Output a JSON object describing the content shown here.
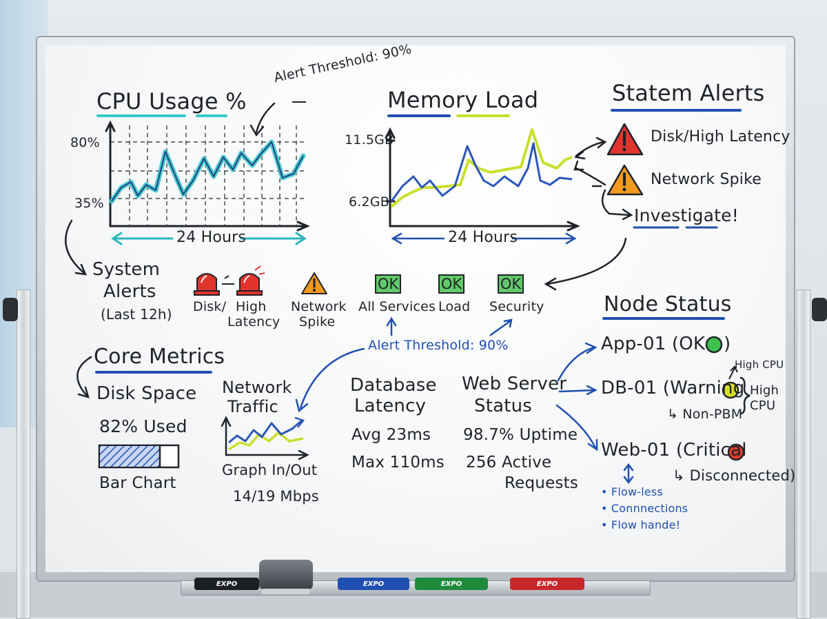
{
  "cpu_chart": {
    "title": "CPU Usage %",
    "annotation": "Alert Threshold: 90%",
    "y_ticks": [
      "80%",
      "35%"
    ],
    "x_label": "24 Hours"
  },
  "memory_chart": {
    "title": "Memory Load",
    "y_ticks": [
      "11.5GB",
      "6.2GB"
    ],
    "x_label": "24 Hours"
  },
  "statem_alerts": {
    "title": "Statem Alerts",
    "items": [
      "Disk/High Latency",
      "Network Spike"
    ],
    "action": "Investigate!"
  },
  "system_alerts": {
    "title_line1": "System",
    "title_line2": "Alerts",
    "subtitle": "(Last 12h)",
    "icons": [
      {
        "label_line1": "Disk/",
        "label_line2": ""
      },
      {
        "label_line1": "High",
        "label_line2": "Latency"
      },
      {
        "label_line1": "Network",
        "label_line2": "Spike"
      }
    ],
    "ok_badges": [
      {
        "badge": "OK",
        "label": "All Services"
      },
      {
        "badge": "OK",
        "label": "Load"
      },
      {
        "badge": "OK",
        "label": "Security"
      }
    ],
    "threshold_note": "Alert Threshold: 90%"
  },
  "core_metrics": {
    "title": "Core Metrics",
    "disk": {
      "label": "Disk Space",
      "value": "82% Used",
      "fill_fraction": 0.77,
      "caption": "Bar Chart"
    },
    "network": {
      "title_line1": "Network",
      "title_line2": "Traffic",
      "caption": "Graph In/Out",
      "value": "14/19 Mbps"
    },
    "database": {
      "title_line1": "Database",
      "title_line2": "Latency",
      "avg": "Avg 23ms",
      "max": "Max 110ms"
    },
    "web_server": {
      "title_line1": "Web Server",
      "title_line2": "Status",
      "uptime": "98.7% Uptime",
      "requests_line1": "256 Active",
      "requests_line2": "Requests"
    }
  },
  "node_status": {
    "title": "Node Status",
    "nodes": [
      {
        "name": "App-01 (OK",
        "close": ")",
        "color": "#3cc24a"
      },
      {
        "name": "DB-01 (Warning",
        "color": "#d8df2a",
        "note_top": "High CPU",
        "note_side_line1": "High",
        "note_side_line2": "CPU",
        "sub": "↳ Non-PBM"
      },
      {
        "name": "Web-01 (Critical",
        "color": "#e03a2e",
        "sub": "↳ Disconnected)"
      }
    ],
    "footnotes": [
      "• Flow-less",
      "• Connnections",
      "• Flow hande!"
    ]
  },
  "markers": [
    {
      "brand": "EXPO",
      "color": "#1d1f22"
    },
    {
      "brand": "EXPO",
      "color": "#1f4fb0"
    },
    {
      "brand": "EXPO",
      "color": "#1e8a3c"
    },
    {
      "brand": "EXPO",
      "color": "#c8282a"
    }
  ]
}
